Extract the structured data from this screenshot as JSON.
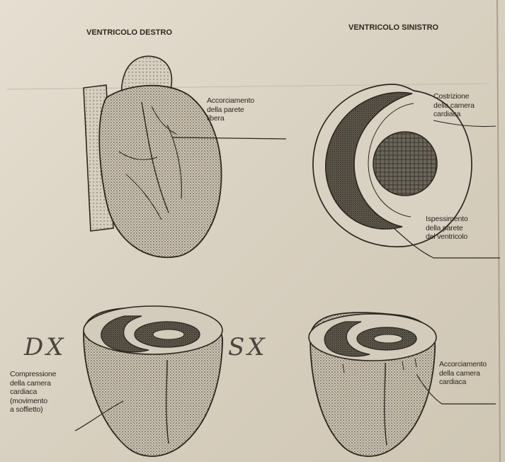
{
  "headings": {
    "right_ventricle": "VENTRICOLO DESTRO",
    "left_ventricle": "VENTRICOLO SINISTRO"
  },
  "labels": {
    "free_wall": "Accorciamento\ndella parete\nlibera",
    "chamber_constriction": "Costrizione\ndella camera\ncardiaca",
    "wall_thickening": "Ispessimento\ndella parete\ndel ventricolo",
    "chamber_compression": "Compressione\ndella camera\ncardiaca\n(movimento\na soffietto)",
    "chamber_shortening": "Accorciamento\ndella camera\ncardiaca"
  },
  "handwritten": {
    "dx": "DX",
    "sx": "SX"
  },
  "colors": {
    "paper": "#ddd5c6",
    "ink": "#2b2720",
    "stipple": "#5a5348"
  }
}
